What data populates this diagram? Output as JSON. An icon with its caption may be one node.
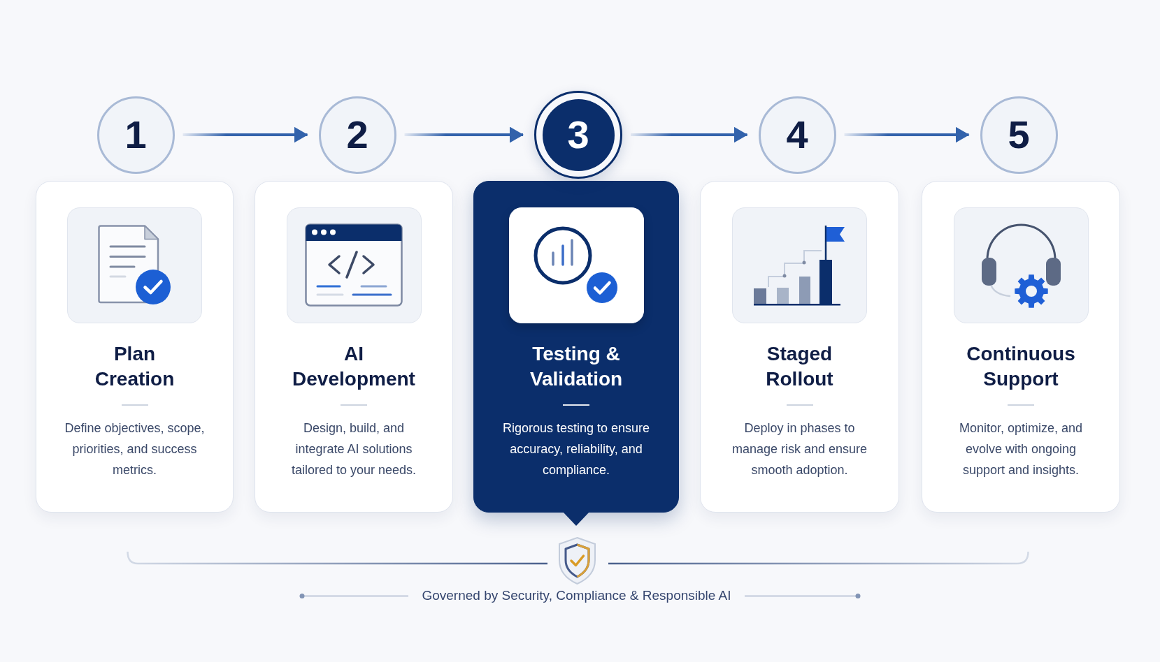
{
  "diagram": {
    "nodes": [
      {
        "text": [
          "1"
        ]
      },
      {
        "text": [
          "2"
        ]
      },
      {
        "text": [
          "3"
        ]
      },
      {
        "text": [
          "4"
        ]
      },
      {
        "text": [
          "5"
        ]
      },
      {
        "text": [
          "Plan Creation",
          "Define objectives, scope, priorities, and success metrics."
        ]
      },
      {
        "text": [
          "AI Development",
          "Design, build, and integrate AI solutions tailored to your needs."
        ]
      },
      {
        "text": [
          "Testing & Validation",
          "Rigorous testing to ensure accuracy, reliability, and compliance."
        ]
      },
      {
        "text": [
          "Staged Rollout",
          "Deploy in phases to manage risk and ensure smooth adoption."
        ]
      },
      {
        "text": [
          "Continuous Support",
          "Monitor, optimize, and evolve with ongoing support and insights."
        ]
      }
    ],
    "edges": [
      {
        "from": 0,
        "to": 1,
        "arrow": "to"
      },
      {
        "from": 1,
        "to": 2,
        "arrow": "to"
      },
      {
        "from": 2,
        "to": 3,
        "arrow": "to"
      },
      {
        "from": 3,
        "to": 4,
        "arrow": "to"
      }
    ],
    "labels": [
      "Governed by Security, Compliance & Responsible AI"
    ]
  }
}
